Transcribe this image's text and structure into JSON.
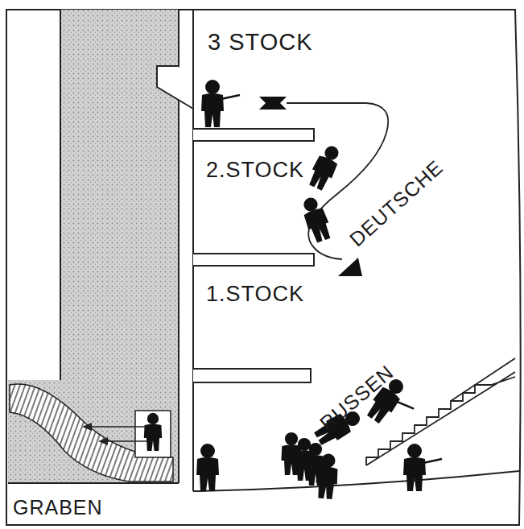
{
  "diagram": {
    "labels": [
      "3 STOCK",
      "2.STOCK",
      "1.STOCK",
      "DEUTSCHE",
      "RUSSEN",
      "GRABEN"
    ]
  }
}
